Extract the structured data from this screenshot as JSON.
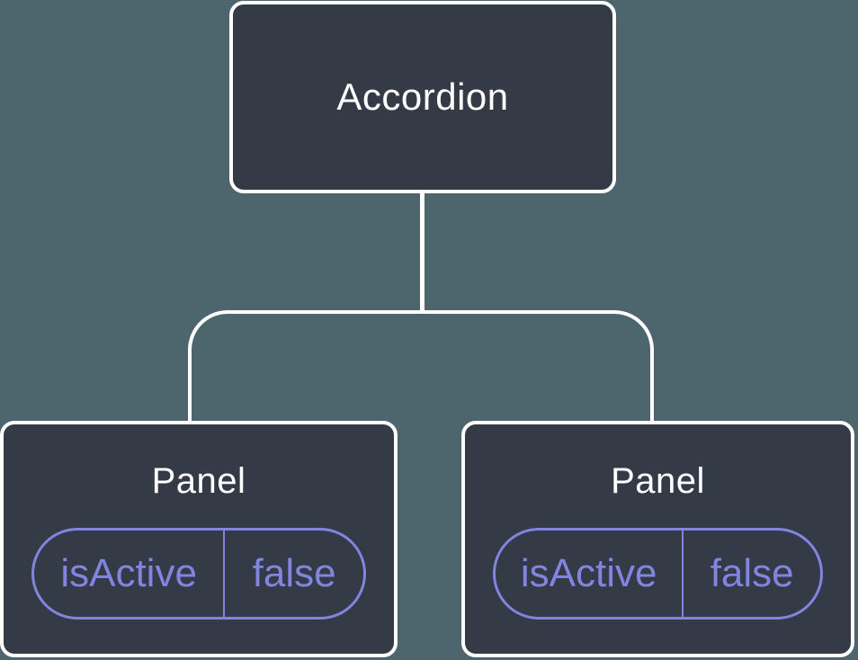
{
  "colors": {
    "background": "#4D656D",
    "node_fill": "#343A46",
    "node_border": "#FFFFFF",
    "connector": "#FFFFFF",
    "state_accent": "#8185DF",
    "node_text": "#FFFFFF"
  },
  "tree": {
    "root": {
      "label": "Accordion"
    },
    "children": [
      {
        "label": "Panel",
        "state": {
          "name": "isActive",
          "value": "false"
        }
      },
      {
        "label": "Panel",
        "state": {
          "name": "isActive",
          "value": "false"
        }
      }
    ]
  }
}
